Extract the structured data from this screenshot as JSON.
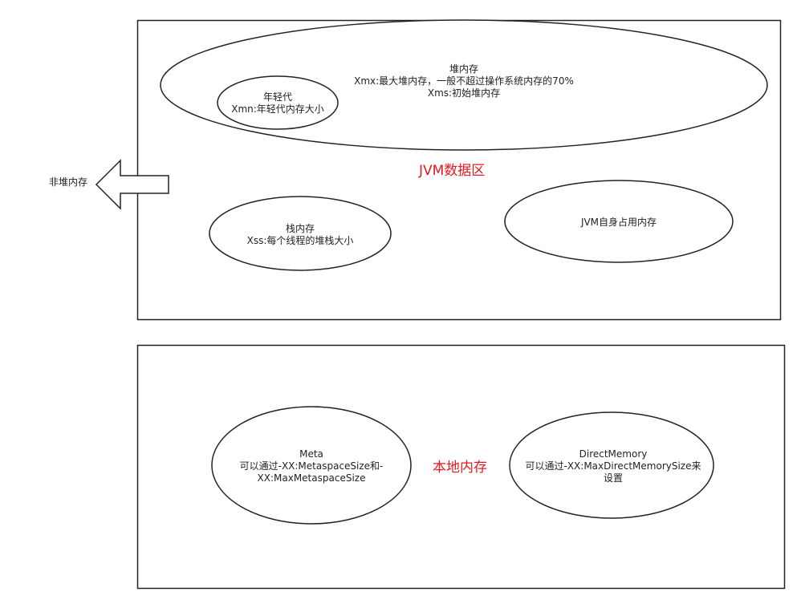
{
  "colors": {
    "stroke": "#222222",
    "text": "#222222",
    "accent": "#e8191e",
    "background": "#ffffff"
  },
  "jvm_area": {
    "title": "JVM数据区",
    "heap": {
      "line1": "堆内存",
      "line2": "Xmx:最大堆内存，一般不超过操作系统内存的70%",
      "line3": "Xms:初始堆内存"
    },
    "young_gen": {
      "line1": "年轻代",
      "line2": "Xmn:年轻代内存大小"
    },
    "stack": {
      "line1": "栈内存",
      "line2": "Xss:每个线程的堆栈大小"
    },
    "jvm_self": {
      "line1": "JVM自身占用内存"
    },
    "non_heap_arrow_icon": "left-arrow-icon",
    "non_heap_label": "非堆内存"
  },
  "native_area": {
    "title": "本地内存",
    "meta": {
      "line1": "Meta",
      "line2": "可以通过-XX:MetaspaceSize和-",
      "line3": "XX:MaxMetaspaceSize"
    },
    "direct_memory": {
      "line1": "DirectMemory",
      "line2": "可以通过-XX:MaxDirectMemorySize来",
      "line3": "设置"
    }
  }
}
